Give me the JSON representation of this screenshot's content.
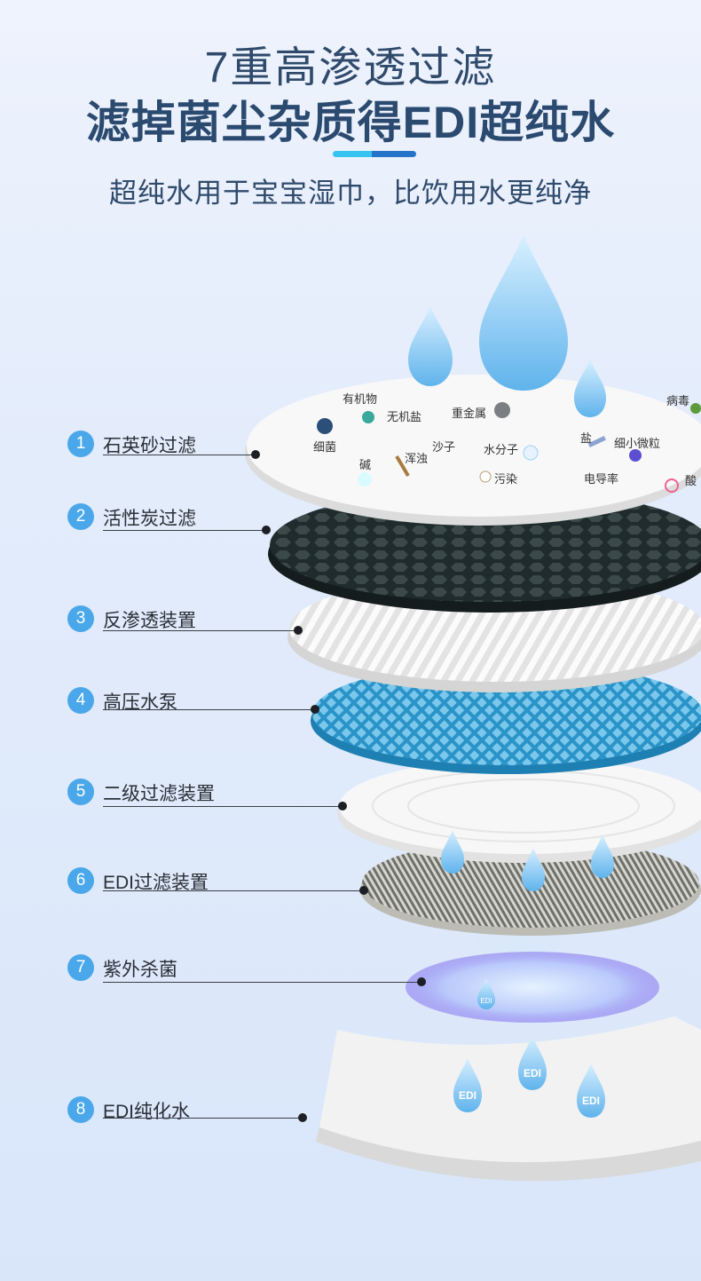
{
  "header": {
    "title_line1": "7重高渗透过滤",
    "title_line2": "滤掉菌尘杂质得EDI超纯水",
    "subtitle": "超纯水用于宝宝湿巾，比饮用水更纯净"
  },
  "colors": {
    "title": "#2f4a6b",
    "accent_left": "#37c3f0",
    "accent_right": "#2474c9",
    "badge": "#4aa8ea"
  },
  "stages": [
    {
      "num": "1",
      "label": "石英砂过滤"
    },
    {
      "num": "2",
      "label": "活性炭过滤"
    },
    {
      "num": "3",
      "label": "反渗透装置"
    },
    {
      "num": "4",
      "label": "高压水泵"
    },
    {
      "num": "5",
      "label": "二级过滤装置"
    },
    {
      "num": "6",
      "label": "EDI过滤装置"
    },
    {
      "num": "7",
      "label": "紫外杀菌"
    },
    {
      "num": "8",
      "label": "EDI纯化水"
    }
  ],
  "impurities": {
    "organic": "有机物",
    "bacteria": "细菌",
    "inorganic_salt": "无机盐",
    "heavy_metal": "重金属",
    "virus": "病毒",
    "alkali": "碱",
    "turbid": "浑浊",
    "sand": "沙子",
    "water_molecule": "水分子",
    "salt": "盐",
    "fine_particles": "细小微粒",
    "pollution": "污染",
    "conductivity": "电导率",
    "acid": "酸"
  },
  "drop_text": "EDI"
}
